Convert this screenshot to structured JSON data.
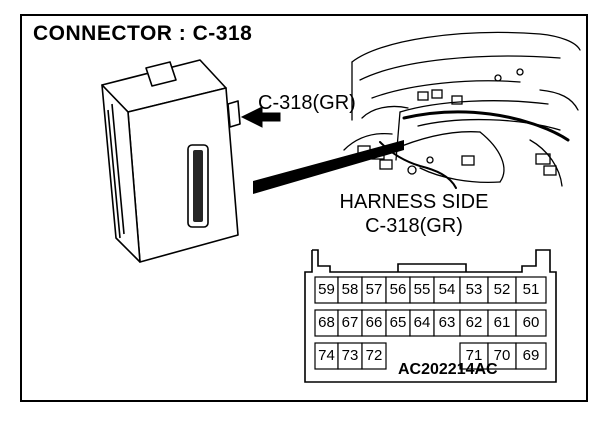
{
  "title": "CONNECTOR : C-318",
  "connector_label": "C-318(GR)",
  "harness": {
    "line1": "HARNESS SIDE",
    "line2": "C-318(GR)"
  },
  "figure_code": "AC202214AC",
  "pins": {
    "row1": [
      "59",
      "58",
      "57",
      "56",
      "55",
      "54",
      "53",
      "52",
      "51"
    ],
    "row2": [
      "68",
      "67",
      "66",
      "65",
      "64",
      "63",
      "62",
      "61",
      "60"
    ],
    "row3": [
      "74",
      "73",
      "72",
      "71",
      "70",
      "69"
    ]
  }
}
